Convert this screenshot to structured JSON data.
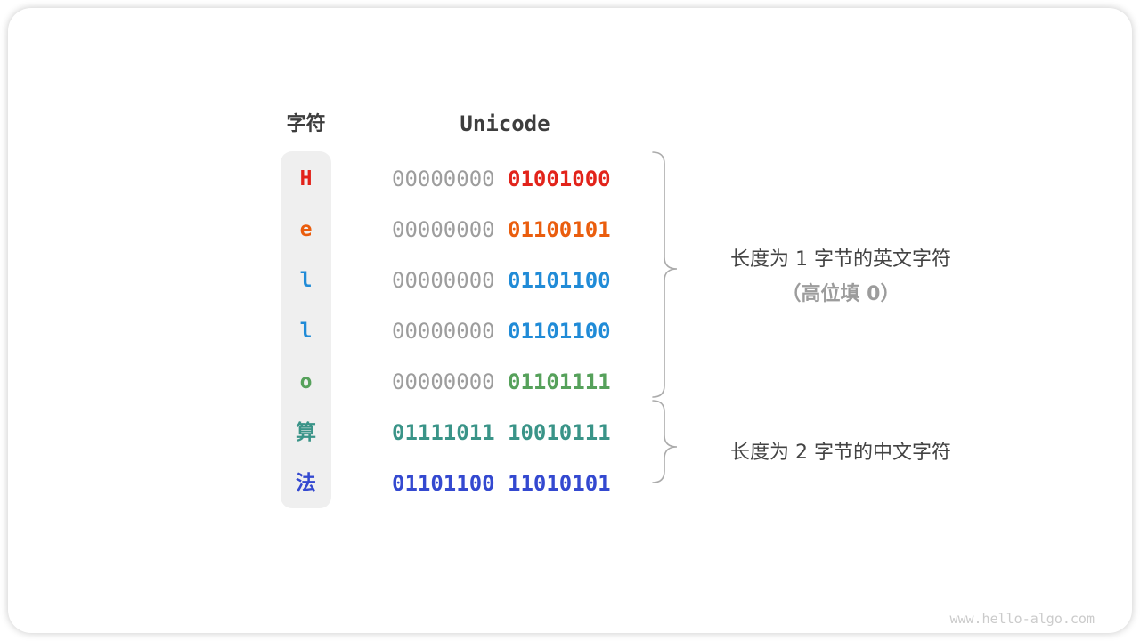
{
  "table": {
    "headers": {
      "char": "字符",
      "unicode": "Unicode"
    },
    "rows": [
      {
        "char": "H",
        "byte1": "00000000",
        "byte2": "01001000",
        "char_color": "#e2231a",
        "byte1_color": "#9d9d9d",
        "byte2_color": "#e2231a"
      },
      {
        "char": "e",
        "byte1": "00000000",
        "byte2": "01100101",
        "char_color": "#ea5d0d",
        "byte1_color": "#9d9d9d",
        "byte2_color": "#ea5d0d"
      },
      {
        "char": "l",
        "byte1": "00000000",
        "byte2": "01101100",
        "char_color": "#208bd7",
        "byte1_color": "#9d9d9d",
        "byte2_color": "#208bd7"
      },
      {
        "char": "l",
        "byte1": "00000000",
        "byte2": "01101100",
        "char_color": "#208bd7",
        "byte1_color": "#9d9d9d",
        "byte2_color": "#208bd7"
      },
      {
        "char": "o",
        "byte1": "00000000",
        "byte2": "01101111",
        "char_color": "#56a15b",
        "byte1_color": "#9d9d9d",
        "byte2_color": "#56a15b"
      },
      {
        "char": "算",
        "byte1": "01111011",
        "byte2": "10010111",
        "char_color": "#3a9488",
        "byte1_color": "#3a9488",
        "byte2_color": "#3a9488"
      },
      {
        "char": "法",
        "byte1": "01101100",
        "byte2": "11010101",
        "char_color": "#3449d0",
        "byte1_color": "#3449d0",
        "byte2_color": "#3449d0"
      }
    ]
  },
  "annotations": {
    "english": {
      "line1": "长度为 1 字节的英文字符",
      "line2": "（高位填 0）"
    },
    "chinese": {
      "line1": "长度为 2 字节的中文字符"
    }
  },
  "watermark": "www.hello-algo.com",
  "colors": {
    "red": "#e2231a",
    "orange": "#ea5d0d",
    "blue": "#208bd7",
    "green": "#56a15b",
    "teal": "#3a9488",
    "indigo": "#3449d0",
    "gray_bits": "#9d9d9d",
    "heading_text": "#3e3e3e",
    "annotation_text": "#434343",
    "annotation_muted": "#9c9c9c",
    "char_column_bg": "#efefef",
    "brace": "#ababab",
    "watermark": "#cbcbcb"
  }
}
